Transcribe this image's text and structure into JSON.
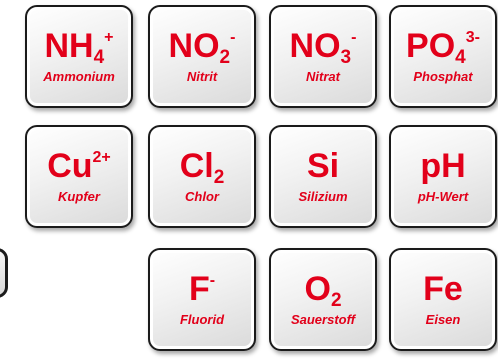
{
  "accent_color": "#e2001a",
  "tiles": [
    {
      "id": "nh4",
      "base": "NH",
      "sub": "4",
      "sup": "+",
      "name": "Ammonium"
    },
    {
      "id": "no2",
      "base": "NO",
      "sub": "2",
      "sup": "-",
      "name": "Nitrit"
    },
    {
      "id": "no3",
      "base": "NO",
      "sub": "3",
      "sup": "-",
      "name": "Nitrat"
    },
    {
      "id": "po4",
      "base": "PO",
      "sub": "4",
      "sup": "3-",
      "name": "Phosphat"
    },
    {
      "id": "cu",
      "base": "Cu",
      "sub": "",
      "sup": "2+",
      "name": "Kupfer"
    },
    {
      "id": "cl2",
      "base": "Cl",
      "sub": "2",
      "sup": "",
      "name": "Chlor"
    },
    {
      "id": "si",
      "base": "Si",
      "sub": "",
      "sup": "",
      "name": "Silizium"
    },
    {
      "id": "ph",
      "base": "pH",
      "sub": "",
      "sup": "",
      "name": "pH-Wert"
    },
    {
      "id": "f",
      "base": "F",
      "sub": "",
      "sup": "-",
      "name": "Fluorid"
    },
    {
      "id": "o2",
      "base": "O",
      "sub": "2",
      "sup": "",
      "name": "Sauerstoff"
    },
    {
      "id": "fe",
      "base": "Fe",
      "sub": "",
      "sup": "",
      "name": "Eisen"
    }
  ]
}
